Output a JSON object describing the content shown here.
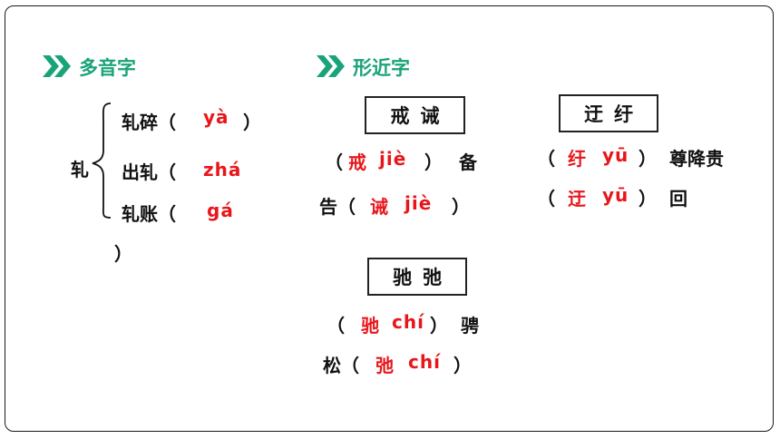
{
  "section_left": {
    "title": "多音字",
    "icon": "double-chevron-right-icon"
  },
  "section_right": {
    "title": "形近字",
    "icon": "double-chevron-right-icon"
  },
  "polyphone": {
    "char": "轧",
    "items": [
      {
        "word": "轧碎（",
        "answer": "yà",
        "close": "）"
      },
      {
        "word": "出轧（",
        "answer": "zhá"
      },
      {
        "word": "轧账（",
        "answer": "gá"
      }
    ],
    "trailing_close": "）"
  },
  "group1": {
    "box": "戒诫",
    "line1": {
      "open": "（",
      "char": "戒",
      "pinyin": "jiè",
      "close": "）",
      "after": "备"
    },
    "line2": {
      "before": "告（",
      "char": "诫",
      "pinyin": "jiè",
      "close": "）"
    }
  },
  "group2": {
    "box": "迂纡",
    "line1": {
      "open": "（",
      "char": "纡",
      "pinyin": "yū",
      "close": "）",
      "after": "尊降贵"
    },
    "line2": {
      "open": "（",
      "char": "迂",
      "pinyin": "yū",
      "close": "）",
      "after": "回"
    }
  },
  "group3": {
    "box": "驰弛",
    "line1": {
      "open": "（",
      "char": "驰",
      "pinyin": "chí",
      "close": "）",
      "after": "骋"
    },
    "line2": {
      "before": "松（",
      "char": "弛",
      "pinyin": "chí",
      "close": "）"
    }
  },
  "colors": {
    "accent": "#1aa37a",
    "answer": "#e8161b",
    "text": "#111111"
  }
}
